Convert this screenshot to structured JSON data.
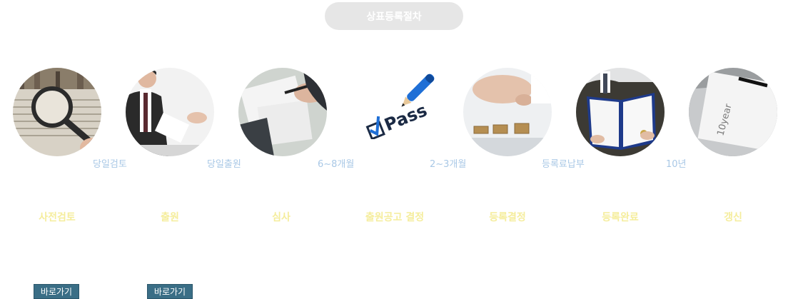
{
  "title": "상표등록절차",
  "durations": {
    "d1": "당일검토",
    "d2": "당일출원",
    "d3": "6~8개월",
    "d4": "2~3개월",
    "d5": "등록료납부",
    "d6": "10년"
  },
  "steps": {
    "s1": "사전검토",
    "s2": "출원",
    "s3": "심사",
    "s4": "출원공고 결정",
    "s5": "등록결정",
    "s6": "등록완료",
    "s7": "갱신"
  },
  "pass_text": "Pass",
  "certificate_text": "10year",
  "buttons": {
    "b1": "바로가기",
    "b2": "바로가기"
  },
  "colors": {
    "duration_text": "#a9c8e6",
    "step_text": "#f5ed9c",
    "button_bg": "#3a6e86",
    "title_bg": "#e6e6e6"
  }
}
